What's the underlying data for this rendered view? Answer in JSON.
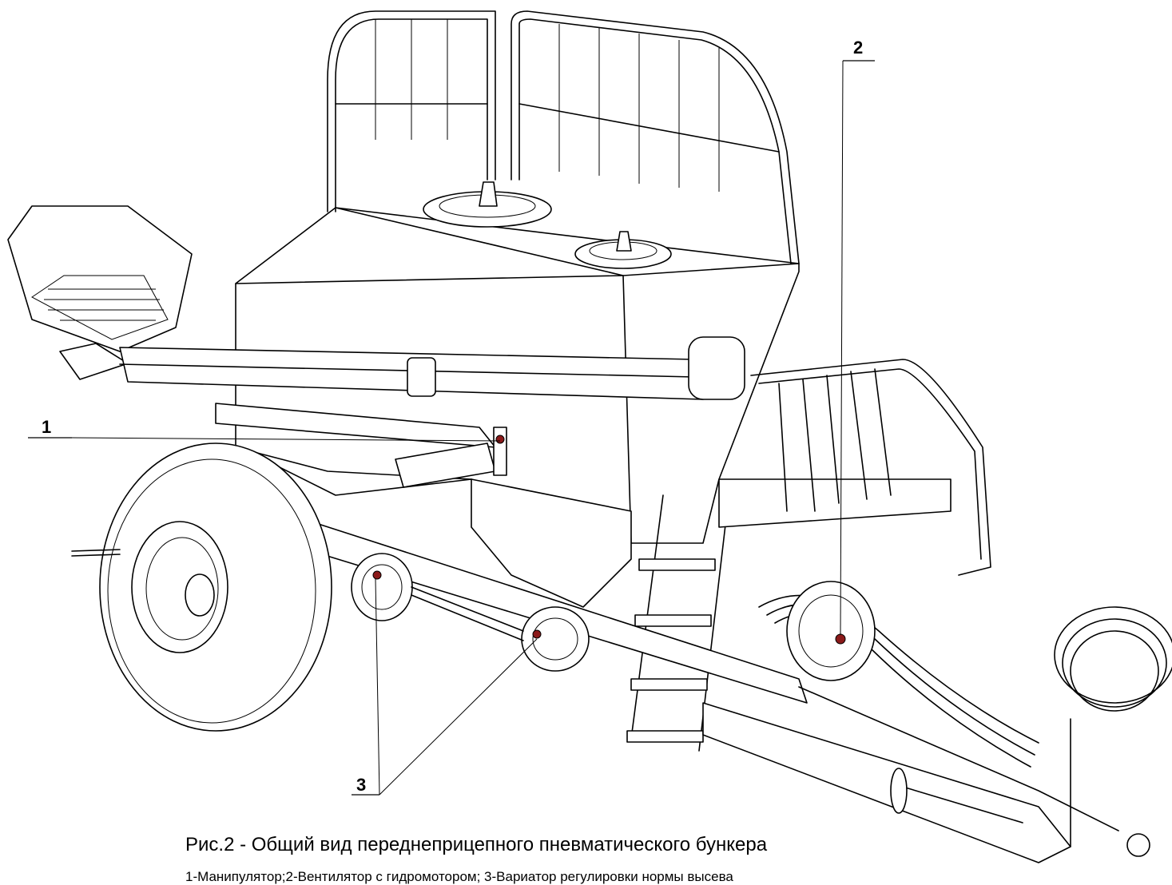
{
  "figure": {
    "callouts": [
      {
        "id": "1",
        "label": "1"
      },
      {
        "id": "2",
        "label": "2"
      },
      {
        "id": "3",
        "label": "3"
      }
    ],
    "caption_title": "Рис.2 - Общий вид переднеприцепного пневматического бункера",
    "caption_sub": "1-Манипулятор;2-Вентилятор с гидромотором; 3-Вариатор регулировки нормы высева"
  },
  "colors": {
    "line": "#000000",
    "background": "#ffffff",
    "marker": "#8b1a1a"
  }
}
